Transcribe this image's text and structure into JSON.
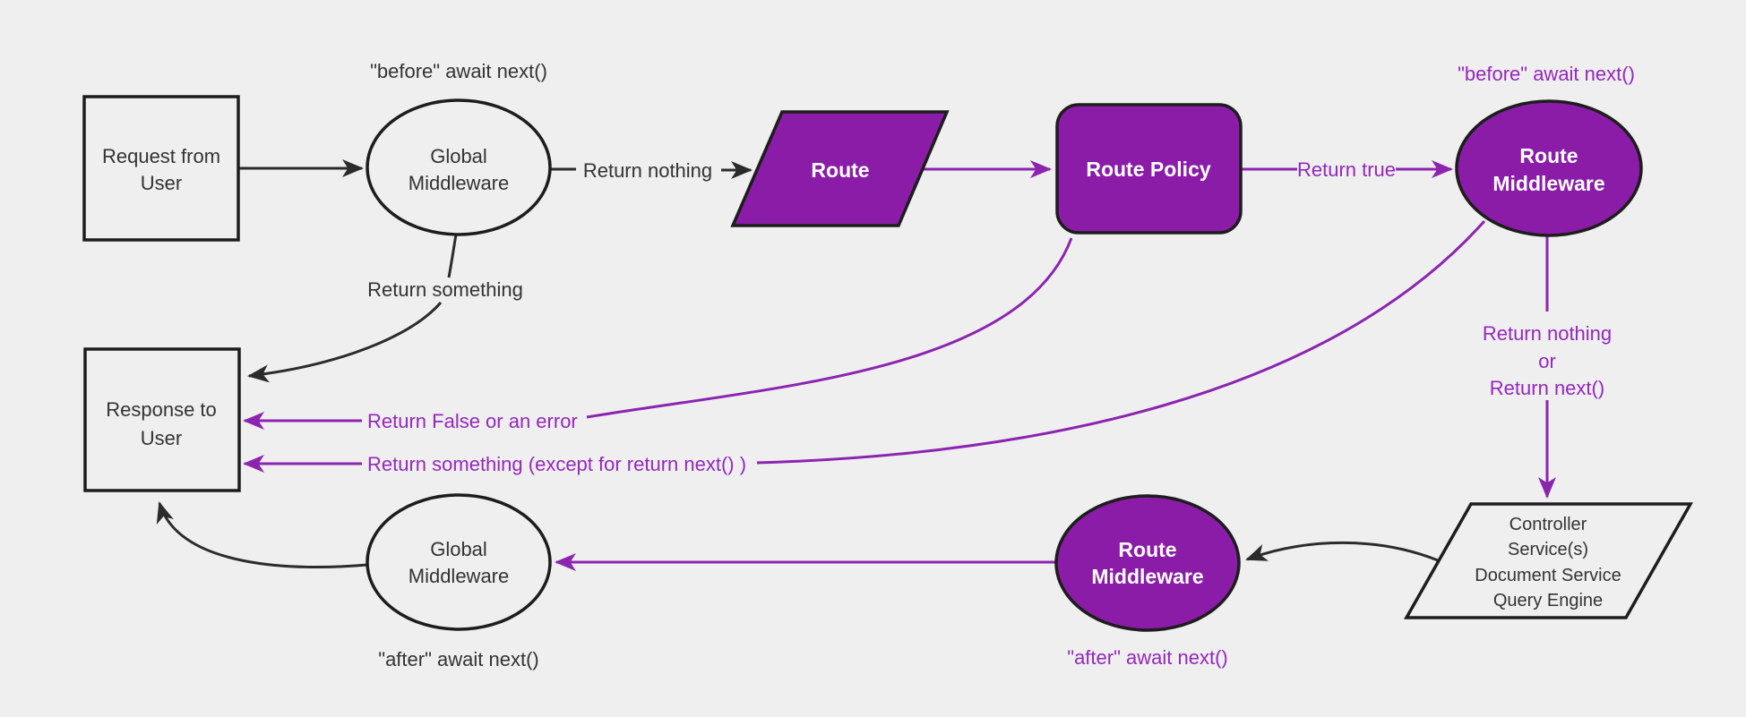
{
  "diagram": {
    "type": "flowchart",
    "description": "Request lifecycle middleware flow diagram",
    "colors": {
      "background": "#efefef",
      "purple_fill": "#8a1ca8",
      "purple_line": "#8c24b0",
      "purple_text": "#9428bc",
      "black_line": "#2b2b2b",
      "node_border": "#1d1d1d",
      "text": "#333333",
      "node_text_white": "#ffffff"
    }
  },
  "nodes": {
    "request": {
      "lines": [
        "Request from",
        "User"
      ]
    },
    "global_middleware_top": {
      "lines": [
        "Global",
        "Middleware"
      ]
    },
    "route": {
      "label": "Route"
    },
    "route_policy": {
      "label": "Route Policy"
    },
    "route_middleware_top": {
      "lines": [
        "Route",
        "Middleware"
      ]
    },
    "services": {
      "lines": [
        "Controller",
        "Service(s)",
        "Document Service",
        "Query Engine"
      ]
    },
    "route_middleware_bottom": {
      "lines": [
        "Route",
        "Middleware"
      ]
    },
    "global_middleware_bottom": {
      "lines": [
        "Global",
        "Middleware"
      ]
    },
    "response": {
      "lines": [
        "Response to",
        "User"
      ]
    }
  },
  "labels": {
    "before_await_next_black": "\"before\" await next()",
    "return_nothing": "Return nothing",
    "return_something": "Return something",
    "return_true": "Return true",
    "before_await_next_purple": "\"before\" await next()",
    "return_nothing_or": [
      "Return nothing",
      "or",
      "Return next()"
    ],
    "return_false_or_error": "Return False or an error",
    "return_something_except": "Return something (except for return next() )",
    "after_await_next_purple": "\"after\" await next()",
    "after_await_next_black": "\"after\" await next()"
  }
}
